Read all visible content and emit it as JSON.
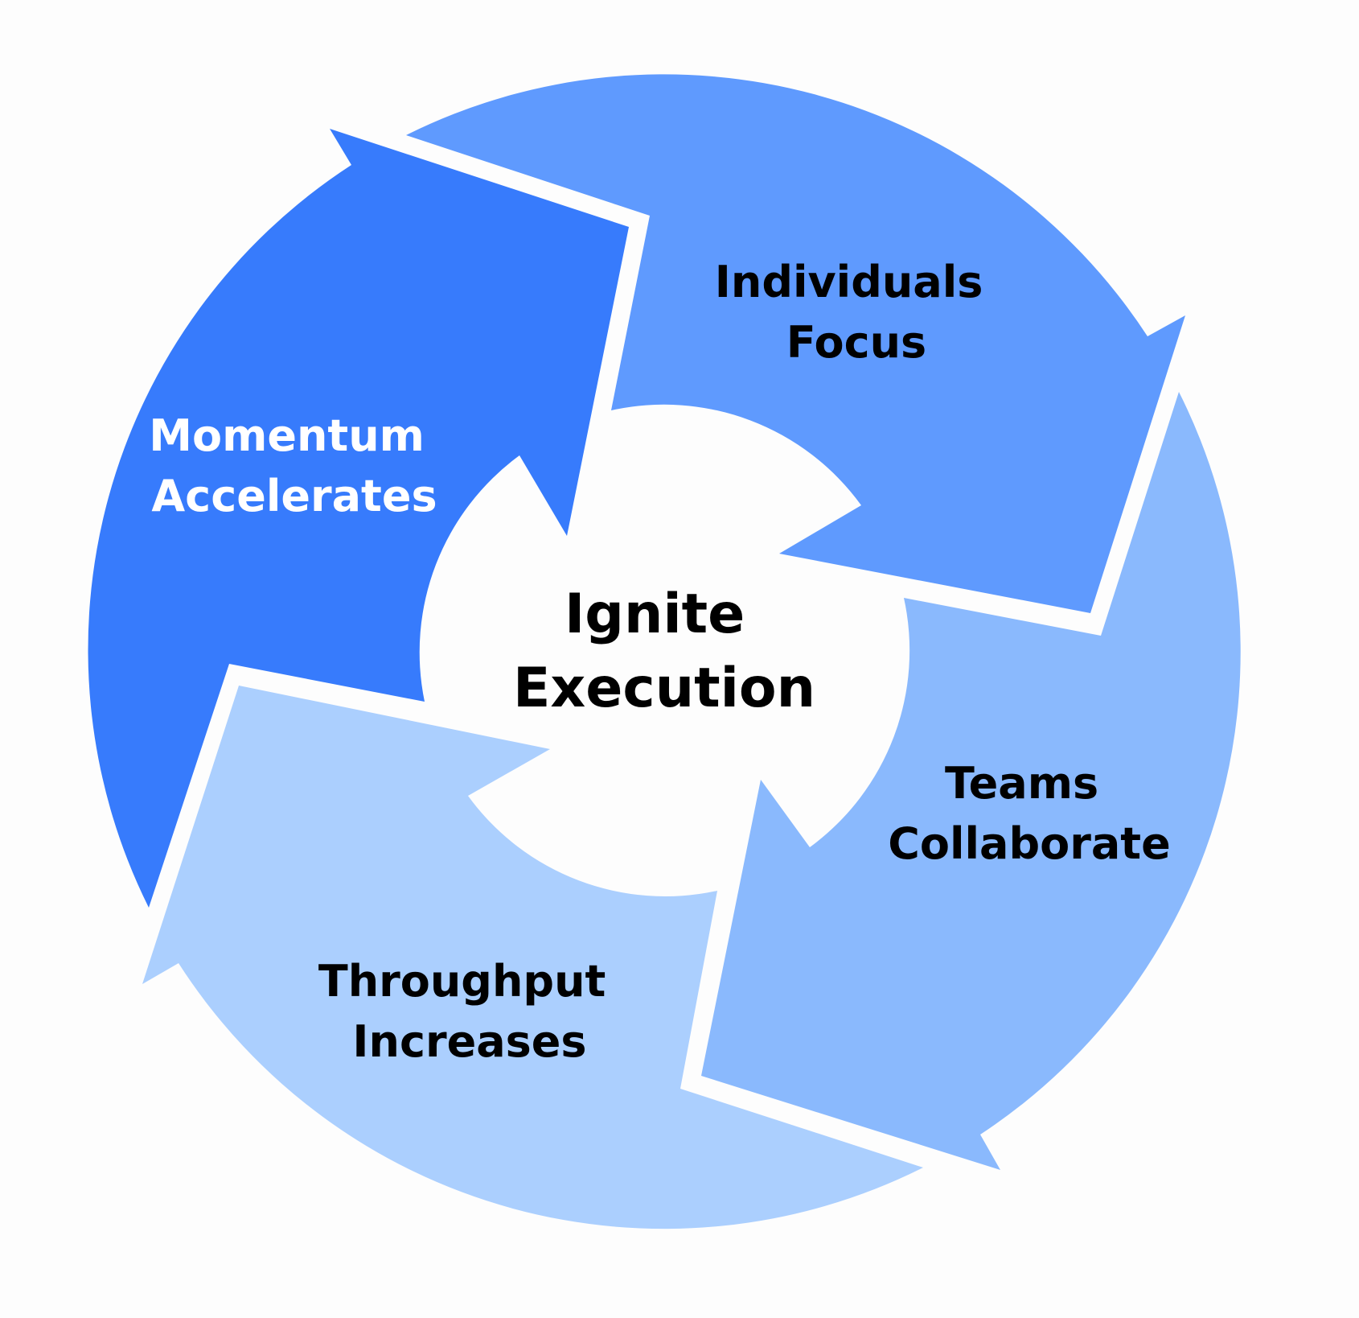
{
  "diagram": {
    "type": "cycle",
    "center": {
      "line1": "Ignite",
      "line2": "Execution",
      "color": "#000000"
    },
    "segments": [
      {
        "id": "individuals-focus",
        "line1": "Individuals",
        "line2": "Focus",
        "fill": "#5F9AFE",
        "text_color": "#000000"
      },
      {
        "id": "teams-collaborate",
        "line1": "Teams",
        "line2": "Collaborate",
        "fill": "#8AB9FD",
        "text_color": "#000000"
      },
      {
        "id": "throughput-increases",
        "line1": "Throughput",
        "line2": "Increases",
        "fill": "#ABCFFE",
        "text_color": "#000000"
      },
      {
        "id": "momentum-accelerates",
        "line1": "Momentum",
        "line2": "Accelerates",
        "fill": "#377BFC",
        "text_color": "#FFFFFF"
      }
    ],
    "background": "#FDFDFD"
  }
}
